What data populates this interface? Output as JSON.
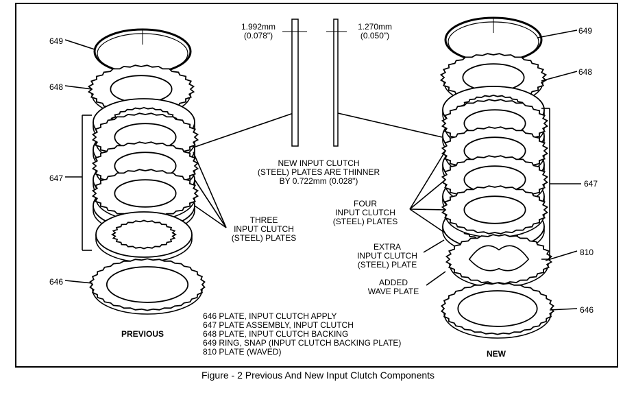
{
  "thickness": {
    "old": "1.992mm",
    "old_in": "(0.078\")",
    "new": "1.270mm",
    "new_in": "(0.050\")"
  },
  "note": {
    "line1": "NEW INPUT CLUTCH",
    "line2": "(STEEL) PLATES ARE THINNER",
    "line3": "BY 0.722mm (0.028\")"
  },
  "previous": {
    "caption": "PREVIOUS",
    "callout": [
      "THREE",
      "INPUT CLUTCH",
      "(STEEL) PLATES"
    ],
    "ref_649": "649",
    "ref_648": "648",
    "ref_647": "647",
    "ref_646": "646"
  },
  "new_side": {
    "caption": "NEW",
    "callout_four": [
      "FOUR",
      "INPUT CLUTCH",
      "(STEEL) PLATES"
    ],
    "callout_extra": [
      "EXTRA",
      "INPUT CLUTCH",
      "(STEEL) PLATE"
    ],
    "callout_wave": [
      "ADDED",
      "WAVE PLATE"
    ],
    "ref_649": "649",
    "ref_648": "648",
    "ref_647": "647",
    "ref_810": "810",
    "ref_646": "646"
  },
  "legend": [
    "646  PLATE, INPUT CLUTCH APPLY",
    "647  PLATE ASSEMBLY, INPUT CLUTCH",
    "648  PLATE, INPUT CLUTCH BACKING",
    "649  RING, SNAP (INPUT CLUTCH BACKING PLATE)",
    "810  PLATE (WAVED)"
  ],
  "figure_caption": "Figure - 2 Previous And New Input Clutch Components"
}
